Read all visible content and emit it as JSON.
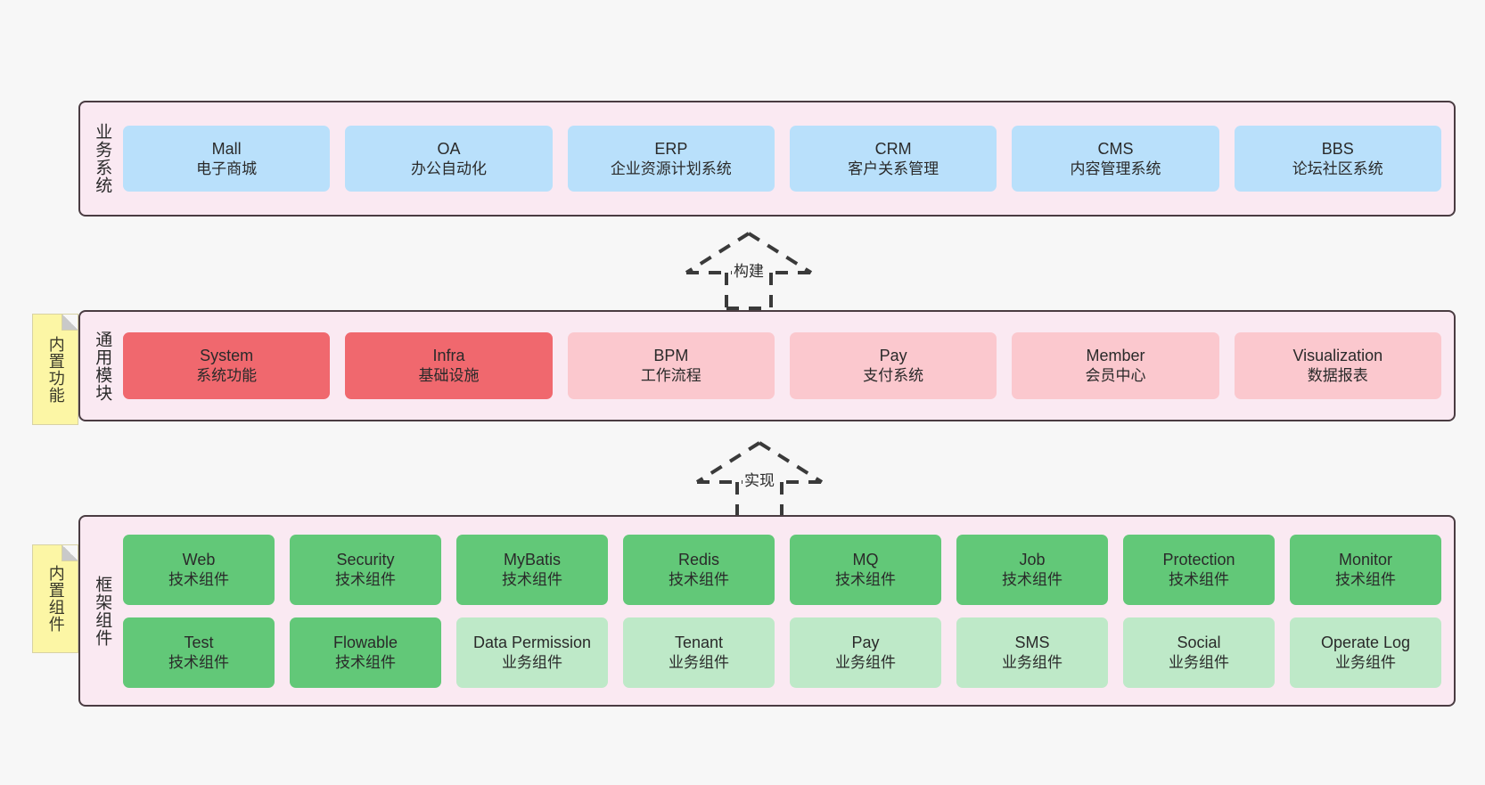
{
  "diagram": {
    "background_color": "#f7f7f7",
    "layer_fill": "#fae9f2",
    "layer_border": "#4a3c42"
  },
  "notes": [
    {
      "name": "builtin-function",
      "text": "内置功能",
      "color": "#fcf6a5"
    },
    {
      "name": "builtin-component",
      "text": "内置组件",
      "color": "#fcf6a5"
    }
  ],
  "connectors": [
    {
      "name": "build",
      "label": "构建",
      "style": "dashed-generalization-up"
    },
    {
      "name": "implement",
      "label": "实现",
      "style": "dashed-generalization-up"
    }
  ],
  "layers": [
    {
      "id": "business",
      "title": "业务系统",
      "color": "#b9e0fb",
      "rows": [
        [
          {
            "en": "Mall",
            "cn": "电子商城",
            "color": "#b9e0fb"
          },
          {
            "en": "OA",
            "cn": "办公自动化",
            "color": "#b9e0fb"
          },
          {
            "en": "ERP",
            "cn": "企业资源计划系统",
            "color": "#b9e0fb"
          },
          {
            "en": "CRM",
            "cn": "客户关系管理",
            "color": "#b9e0fb"
          },
          {
            "en": "CMS",
            "cn": "内容管理系统",
            "color": "#b9e0fb"
          },
          {
            "en": "BBS",
            "cn": "论坛社区系统",
            "color": "#b9e0fb"
          }
        ]
      ]
    },
    {
      "id": "common",
      "title": "通用模块",
      "rows": [
        [
          {
            "en": "System",
            "cn": "系统功能",
            "color": "#f0686e"
          },
          {
            "en": "Infra",
            "cn": "基础设施",
            "color": "#f0686e"
          },
          {
            "en": "BPM",
            "cn": "工作流程",
            "color": "#fbc8ce"
          },
          {
            "en": "Pay",
            "cn": "支付系统",
            "color": "#fbc8ce"
          },
          {
            "en": "Member",
            "cn": "会员中心",
            "color": "#fbc8ce"
          },
          {
            "en": "Visualization",
            "cn": "数据报表",
            "color": "#fbc8ce"
          }
        ]
      ]
    },
    {
      "id": "framework",
      "title": "框架组件",
      "rows": [
        [
          {
            "en": "Web",
            "cn": "技术组件",
            "color": "#62c878"
          },
          {
            "en": "Security",
            "cn": "技术组件",
            "color": "#62c878"
          },
          {
            "en": "MyBatis",
            "cn": "技术组件",
            "color": "#62c878"
          },
          {
            "en": "Redis",
            "cn": "技术组件",
            "color": "#62c878"
          },
          {
            "en": "MQ",
            "cn": "技术组件",
            "color": "#62c878"
          },
          {
            "en": "Job",
            "cn": "技术组件",
            "color": "#62c878"
          },
          {
            "en": "Protection",
            "cn": "技术组件",
            "color": "#62c878"
          },
          {
            "en": "Monitor",
            "cn": "技术组件",
            "color": "#62c878"
          }
        ],
        [
          {
            "en": "Test",
            "cn": "技术组件",
            "color": "#62c878"
          },
          {
            "en": "Flowable",
            "cn": "技术组件",
            "color": "#62c878"
          },
          {
            "en": "Data Permission",
            "cn": "业务组件",
            "color": "#bee9c8"
          },
          {
            "en": "Tenant",
            "cn": "业务组件",
            "color": "#bee9c8"
          },
          {
            "en": "Pay",
            "cn": "业务组件",
            "color": "#bee9c8"
          },
          {
            "en": "SMS",
            "cn": "业务组件",
            "color": "#bee9c8"
          },
          {
            "en": "Social",
            "cn": "业务组件",
            "color": "#bee9c8"
          },
          {
            "en": "Operate Log",
            "cn": "业务组件",
            "color": "#bee9c8"
          }
        ]
      ]
    }
  ]
}
